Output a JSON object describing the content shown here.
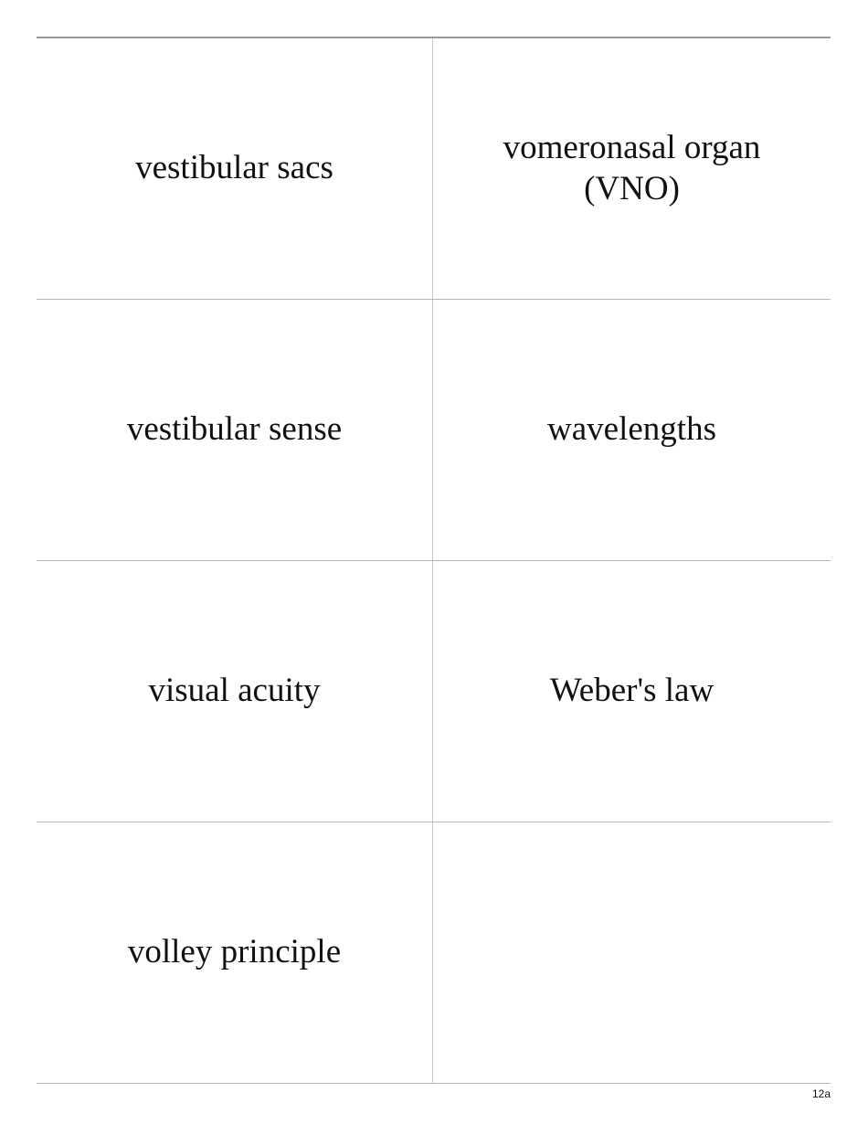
{
  "cards": [
    {
      "term": "vestibular sacs"
    },
    {
      "term": "vomeronasal organ (VNO)"
    },
    {
      "term": "vestibular sense"
    },
    {
      "term": "wavelengths"
    },
    {
      "term": "visual acuity"
    },
    {
      "term": "Weber's law"
    },
    {
      "term": "volley principle"
    },
    {
      "term": ""
    }
  ],
  "page": {
    "number": "12a"
  }
}
